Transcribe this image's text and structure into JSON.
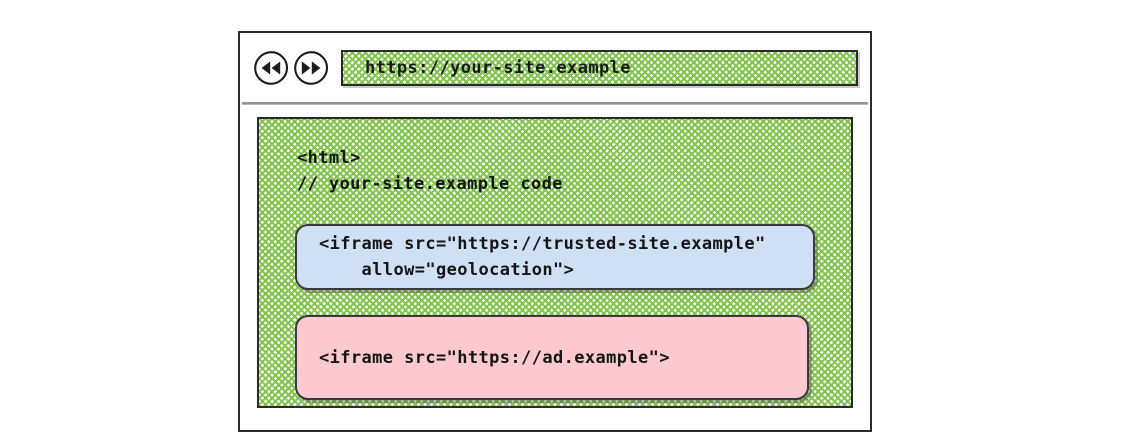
{
  "browser": {
    "toolbar": {
      "back_button": "rewind-icon",
      "forward_button": "fast-forward-icon",
      "url_value": "https://your-site.example",
      "url_placeholder": "https://your-site.example"
    },
    "page": {
      "code_lines": [
        "<html>",
        "// your-site.example code"
      ],
      "iframes": [
        {
          "name": "trusted-site-iframe",
          "color": "#cfe0f5",
          "lines": [
            "<iframe src=\"https://trusted-site.example\"",
            "    allow=\"geolocation\">"
          ]
        },
        {
          "name": "ad-iframe",
          "color": "#fbc9ce",
          "lines": [
            "<iframe src=\"https://ad.example\">"
          ]
        }
      ]
    }
  },
  "colors": {
    "hatch_green": "#7cc144",
    "frame_dark": "#2b2b2b",
    "trusted_blue": "#cfe0f5",
    "ad_pink": "#fbc9ce"
  }
}
